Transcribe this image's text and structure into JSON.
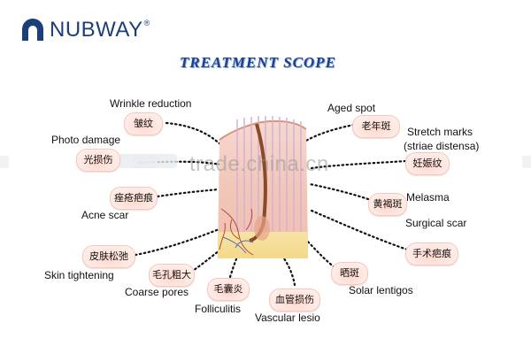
{
  "brand": {
    "name": "NUBWAY",
    "reg_mark": "®",
    "color": "#1b3f78"
  },
  "title": "TREATMENT SCOPE",
  "watermark": "trade.china.cn",
  "colors": {
    "dots": "#111111",
    "badge": "#ffd7cd",
    "title": "#1e3f8a"
  },
  "left_items": [
    {
      "en": "Wrinkle reduction",
      "cn": "皱纹"
    },
    {
      "en": "Photo damage",
      "cn": "光损伤"
    },
    {
      "en": "Acne scar",
      "cn": "痤疮疤痕"
    },
    {
      "en": "Skin tightening",
      "cn": "皮肤松弛"
    },
    {
      "en": "Coarse pores",
      "cn": "毛孔粗大"
    }
  ],
  "bottom_items": [
    {
      "en": "Folliculitis",
      "cn": "毛囊炎"
    },
    {
      "en": "Vascular lesio",
      "cn": "血管损伤"
    }
  ],
  "right_items": [
    {
      "en": "Aged spot",
      "cn": "老年斑"
    },
    {
      "en": "Stretch marks",
      "en2": "(striae distensa)",
      "cn": "妊娠纹"
    },
    {
      "en": "Melasma",
      "cn": "黄褐斑"
    },
    {
      "en": "Surgical scar",
      "cn": "手术疤痕"
    },
    {
      "en": "Solar lentigos",
      "cn": "晒斑"
    }
  ]
}
